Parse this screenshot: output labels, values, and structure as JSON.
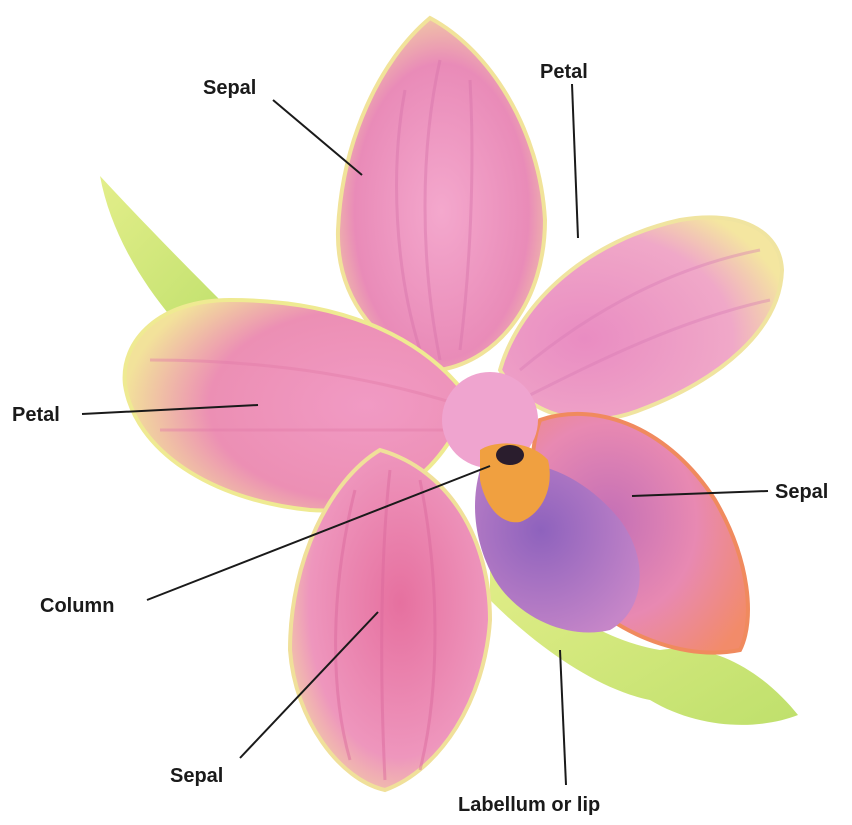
{
  "labels": {
    "sepal_top": "Sepal",
    "petal_top": "Petal",
    "petal_left": "Petal",
    "sepal_right": "Sepal",
    "column": "Column",
    "sepal_bottom": "Sepal",
    "labellum": "Labellum or lip"
  },
  "colors": {
    "petal_pink": "#e98bb8",
    "petal_light": "#f3a6cc",
    "petal_deep": "#de6fa6",
    "rim_yellow": "#eef08a",
    "sepal_orange": "#f08a6a",
    "lip_purple": "#9a70c4",
    "leaf_green": "#cfe879",
    "column_orange": "#f0a040",
    "leader_line": "#1a1a1a"
  }
}
